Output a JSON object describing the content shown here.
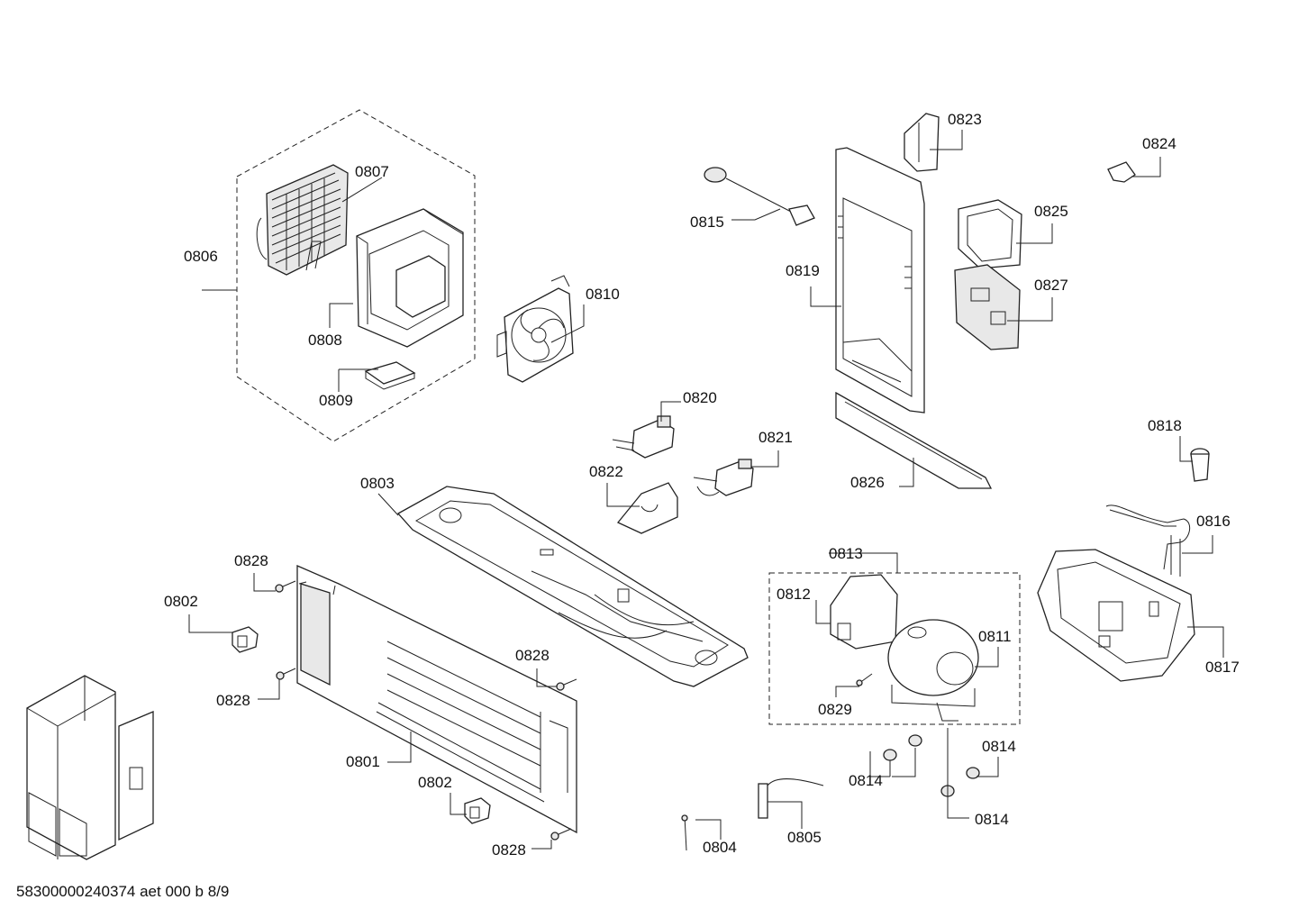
{
  "colors": {
    "line": "#222222",
    "background": "#ffffff",
    "shade": "#e8e8e8"
  },
  "labels": {
    "p0801": "0801",
    "p0802a": "0802",
    "p0802b": "0802",
    "p0803": "0803",
    "p0804": "0804",
    "p0805": "0805",
    "p0806": "0806",
    "p0807": "0807",
    "p0808": "0808",
    "p0809": "0809",
    "p0810": "0810",
    "p0811": "0811",
    "p0812": "0812",
    "p0813": "0813",
    "p0814a": "0814",
    "p0814b": "0814",
    "p0814c": "0814",
    "p0815": "0815",
    "p0816": "0816",
    "p0817": "0817",
    "p0818": "0818",
    "p0819": "0819",
    "p0820": "0820",
    "p0821": "0821",
    "p0822": "0822",
    "p0823": "0823",
    "p0824": "0824",
    "p0825": "0825",
    "p0826": "0826",
    "p0827": "0827",
    "p0828a": "0828",
    "p0828b": "0828",
    "p0828c": "0828",
    "p0828d": "0828",
    "p0829": "0829"
  },
  "footer": {
    "code": "58300000240374 aet 000 b 8/9"
  }
}
